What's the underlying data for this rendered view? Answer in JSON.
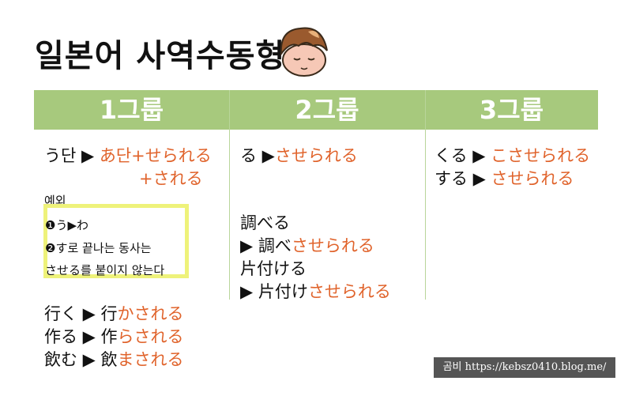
{
  "title": "일본어 사역수동형",
  "header": {
    "col1": "1그룹",
    "col2": "2그룹",
    "col3": "3그룹"
  },
  "group1": {
    "rule_prefix": "う단 ▶ ",
    "rule_suffix": "あ단+せられる",
    "rule_alt": "+される",
    "exception_label": "예외",
    "exception1": "❶う▶わ",
    "exception2_a": "❷す로 끝나는 동사는",
    "exception2_b": "させる를 붙이지 않는다",
    "ex1_prefix": "行く ▶ 行",
    "ex1_suffix": "かされる",
    "ex2_prefix": "作る ▶ 作",
    "ex2_suffix": "らされる",
    "ex3_prefix": "飲む ▶ 飲",
    "ex3_suffix": "まされる"
  },
  "group2": {
    "rule_prefix": "る ▶",
    "rule_suffix": "させられる",
    "ex1_word": "調べる",
    "ex1_prefix": "▶ 調べ",
    "ex1_suffix": "させられる",
    "ex2_word": "片付ける",
    "ex2_prefix": "▶ 片付け",
    "ex2_suffix": "させられる"
  },
  "group3": {
    "row1_prefix": "くる ▶ ",
    "row1_suffix": "こさせられる",
    "row2_prefix": "する ▶ ",
    "row2_suffix": "させられる"
  },
  "watermark": "곰비 https://kebsz0410.blog.me/",
  "colors": {
    "header_bg": "#a7c97d",
    "accent": "#e0632b",
    "highlight_border": "#eef27a"
  }
}
